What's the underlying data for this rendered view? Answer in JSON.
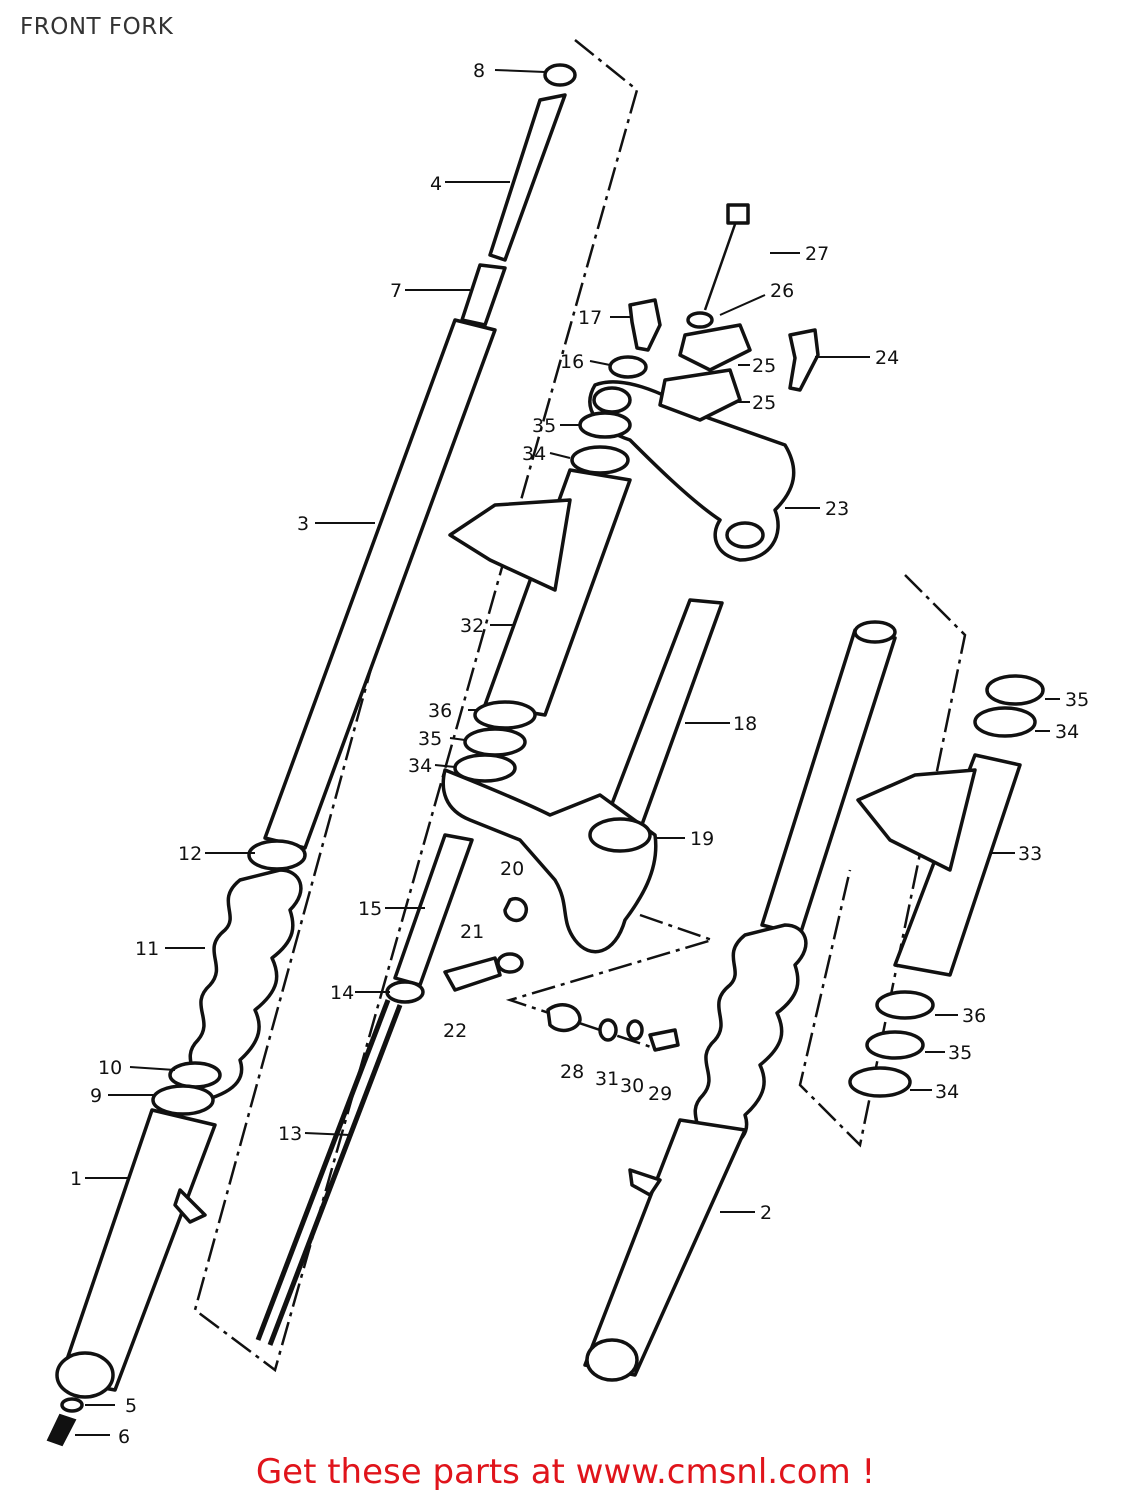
{
  "title": "FRONT FORK",
  "banner": "Get these parts at www.cmsnl.com !",
  "colors": {
    "banner": "#e0141b",
    "line": "#111111",
    "title": "#333333"
  },
  "labels": {
    "l1": "1",
    "l2": "2",
    "l3": "3",
    "l4": "4",
    "l5": "5",
    "l6": "6",
    "l7": "7",
    "l8": "8",
    "l9": "9",
    "l10": "10",
    "l11": "11",
    "l12": "12",
    "l13": "13",
    "l14a": "14",
    "l15": "15",
    "l16": "16",
    "l17": "17",
    "l18": "18",
    "l19": "19",
    "l20": "20",
    "l21": "21",
    "l22": "22",
    "l23": "23",
    "l24": "24",
    "l25a": "25",
    "l25b": "25",
    "l26": "26",
    "l27": "27",
    "l28": "28",
    "l29": "29",
    "l30": "30",
    "l31": "31",
    "l32": "32",
    "l33": "33",
    "l34a": "34",
    "l34b": "34",
    "l34c": "34",
    "l34d": "34",
    "l35a": "35",
    "l35b": "35",
    "l35c": "35",
    "l35d": "35",
    "l36a": "36",
    "l36b": "36"
  }
}
